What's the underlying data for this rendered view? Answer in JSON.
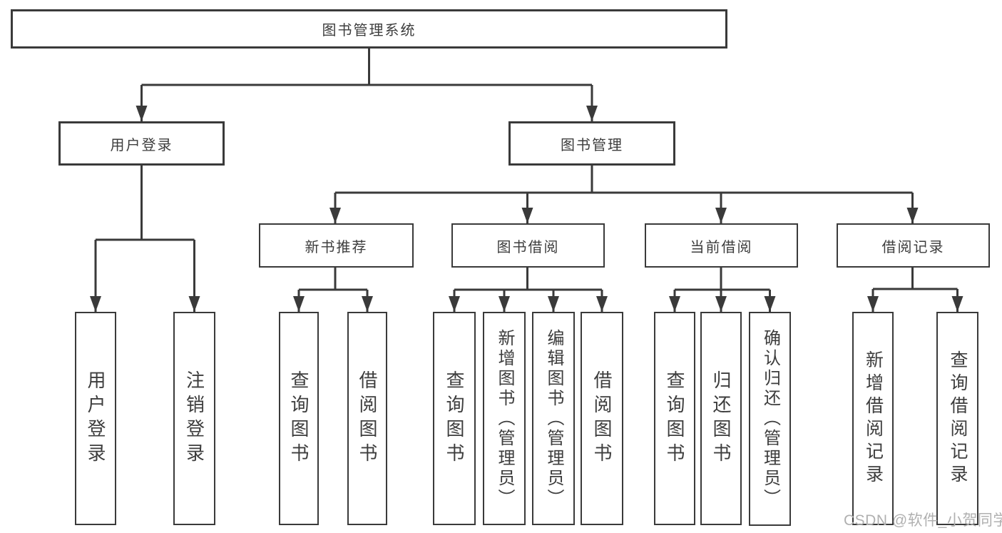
{
  "tree": {
    "label": "图书管理系统",
    "children": [
      {
        "label": "用户登录",
        "children": [
          {
            "label": "用户登录"
          },
          {
            "label": "注销登录"
          }
        ]
      },
      {
        "label": "图书管理",
        "children": [
          {
            "label": "新书推荐",
            "children": [
              {
                "label": "查询图书"
              },
              {
                "label": "借阅图书"
              }
            ]
          },
          {
            "label": "图书借阅",
            "children": [
              {
                "label": "查询图书"
              },
              {
                "label": "新增图书（管理员）"
              },
              {
                "label": "编辑图书（管理员）"
              },
              {
                "label": "借阅图书"
              }
            ]
          },
          {
            "label": "当前借阅",
            "children": [
              {
                "label": "查询图书"
              },
              {
                "label": "归还图书"
              },
              {
                "label": "确认归还（管理员）"
              }
            ]
          },
          {
            "label": "借阅记录",
            "children": [
              {
                "label": "新增借阅记录"
              },
              {
                "label": "查询借阅记录"
              }
            ]
          }
        ]
      }
    ]
  },
  "watermark": {
    "text": "CSDN @软件_小贺同学"
  },
  "colors": {
    "line": "#3a3a3a",
    "text": "#3d3d3d",
    "watermark": "#b0b0b0",
    "background": "#ffffff"
  }
}
